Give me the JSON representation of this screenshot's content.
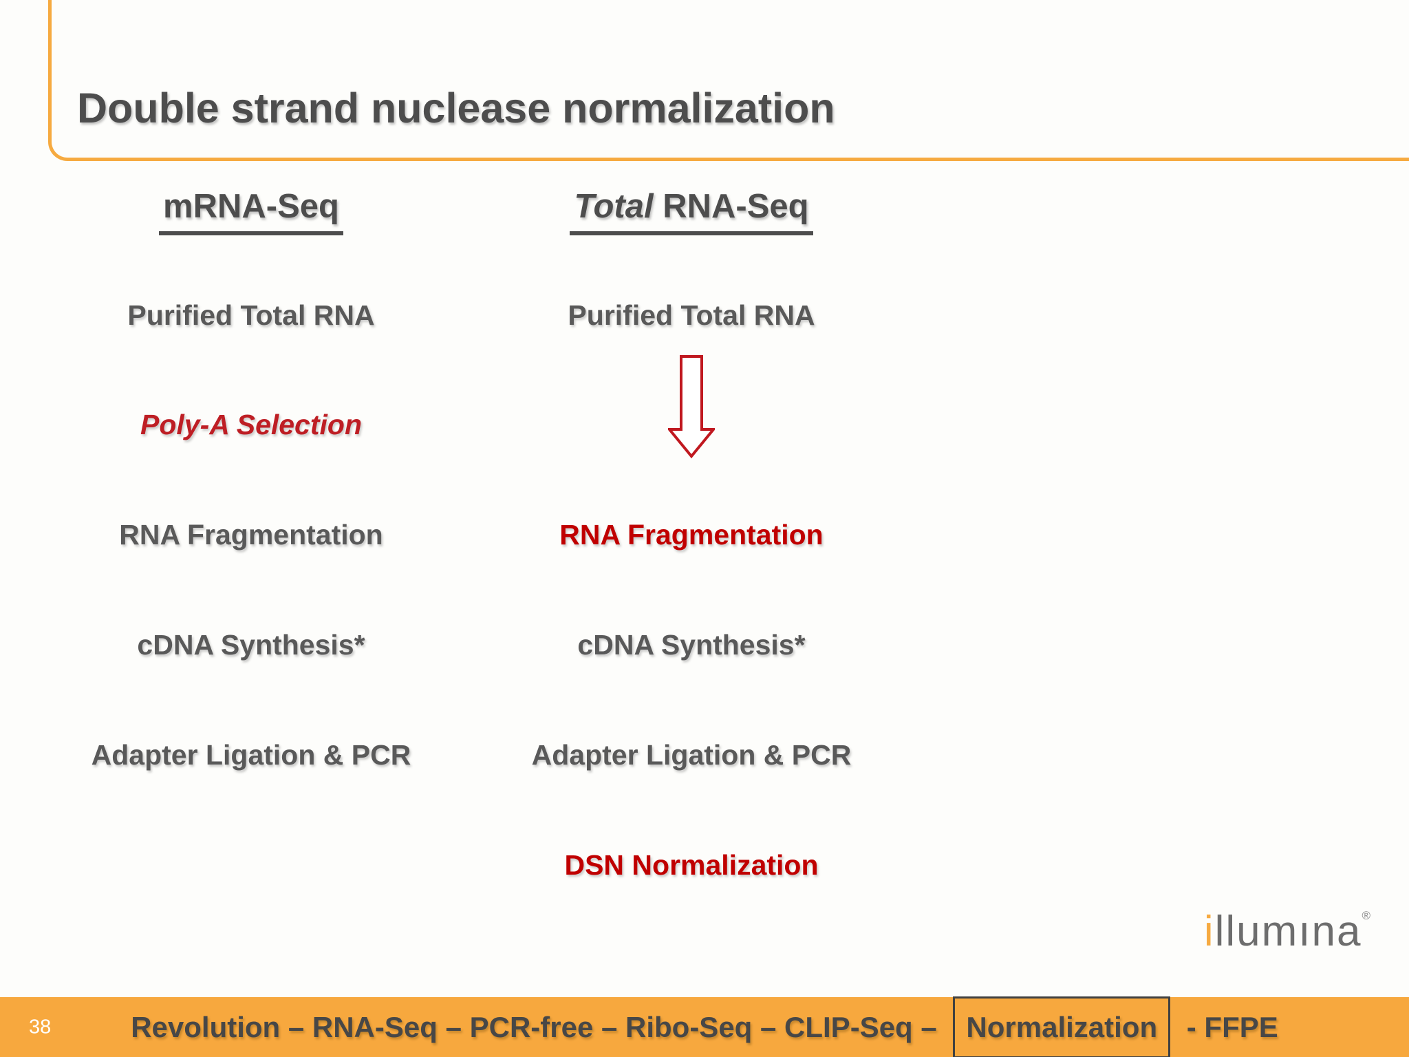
{
  "title": "Double strand nuclease normalization",
  "page_number": "38",
  "columns": [
    {
      "header": "mRNA-Seq",
      "steps": [
        {
          "label": "Purified Total RNA",
          "style": "gray"
        },
        {
          "label": "Poly-A Selection",
          "style": "red-italic"
        },
        {
          "label": "RNA Fragmentation",
          "style": "gray"
        },
        {
          "label": "cDNA Synthesis*",
          "style": "gray"
        },
        {
          "label": "Adapter Ligation & PCR",
          "style": "gray"
        }
      ]
    },
    {
      "header_italic": "Total",
      "header_rest": " RNA-Seq",
      "steps": [
        {
          "label": "Purified Total RNA",
          "style": "gray"
        },
        {
          "label": "RNA Fragmentation",
          "style": "red"
        },
        {
          "label": "cDNA Synthesis*",
          "style": "gray"
        },
        {
          "label": "Adapter Ligation & PCR",
          "style": "gray"
        },
        {
          "label": "DSN Normalization",
          "style": "red"
        }
      ]
    }
  ],
  "icons": {
    "down_arrow": "hollow-down-arrow-outline"
  },
  "logo": {
    "first_letter": "i",
    "rest": "llumına",
    "registered_mark": "®"
  },
  "footer": {
    "before": "Revolution – RNA-Seq – PCR-free – Ribo-Seq – CLIP-Seq – ",
    "boxed": "Normalization",
    "after": " - FFPE"
  },
  "colors": {
    "accent_orange": "#F6AA40",
    "footer_orange": "#F7A83E",
    "title_gray": "#4D4D4D",
    "step_gray": "#595959",
    "red": "#C00000",
    "arrow_red": "#C0181F",
    "footer_text_gray": "#474747",
    "logo_gray": "#6D6D6D",
    "page_number_white": "#FFFFFF"
  }
}
